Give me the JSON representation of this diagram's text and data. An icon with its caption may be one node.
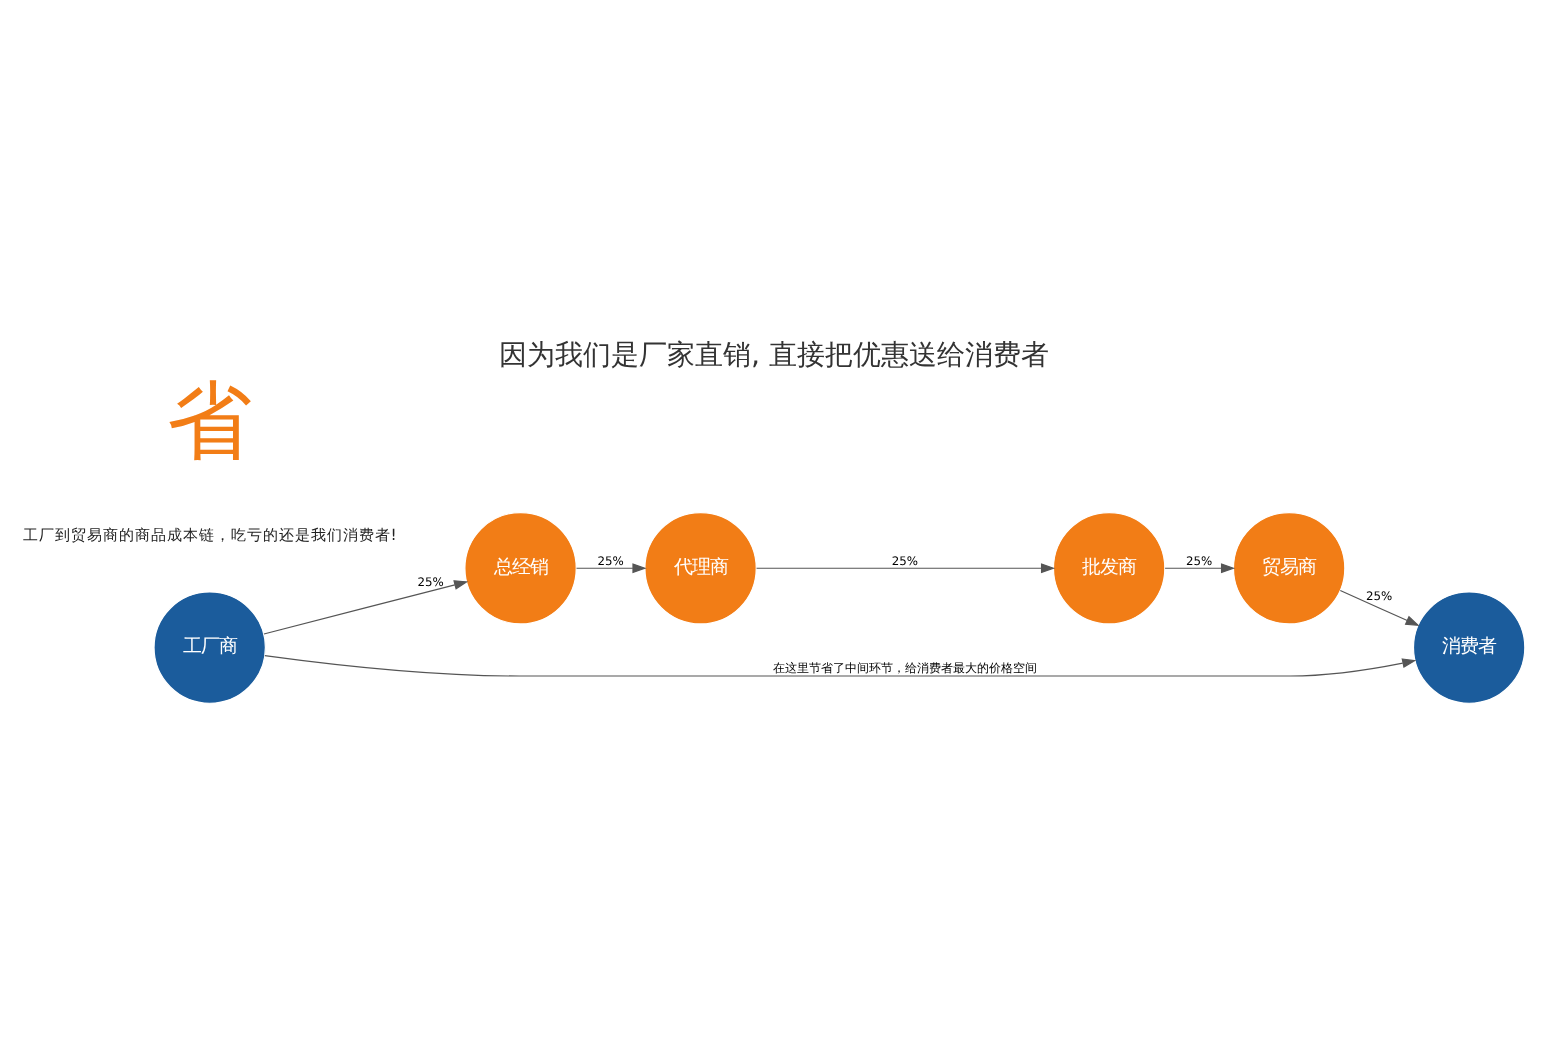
{
  "diagram": {
    "title": "因为我们是厂家直销, 直接把优惠送给消费者",
    "nodes": [
      {
        "text": [
          "工厂商"
        ]
      },
      {
        "text": [
          "总经销"
        ]
      },
      {
        "text": [
          "代理商"
        ]
      },
      {
        "text": [
          "批发商"
        ]
      },
      {
        "text": [
          "贸易商"
        ]
      },
      {
        "text": [
          "消费者"
        ]
      }
    ],
    "edges": [
      {
        "from": 0,
        "to": 1,
        "arrow": "to",
        "label": "25%"
      },
      {
        "from": 1,
        "to": 2,
        "arrow": "to",
        "label": "25%"
      },
      {
        "from": 2,
        "to": 3,
        "arrow": "to",
        "label": "25%"
      },
      {
        "from": 3,
        "to": 4,
        "arrow": "to",
        "label": "25%"
      },
      {
        "from": 4,
        "to": 5,
        "arrow": "to",
        "label": "25%"
      },
      {
        "from": 0,
        "to": 5,
        "arrow": "to",
        "label": "在这里节省了中间环节，给消费者最大的价格空间"
      }
    ],
    "labels": [
      "工厂到贸易商的商品成本链，吃亏的还是我们消费者!",
      "省"
    ]
  }
}
